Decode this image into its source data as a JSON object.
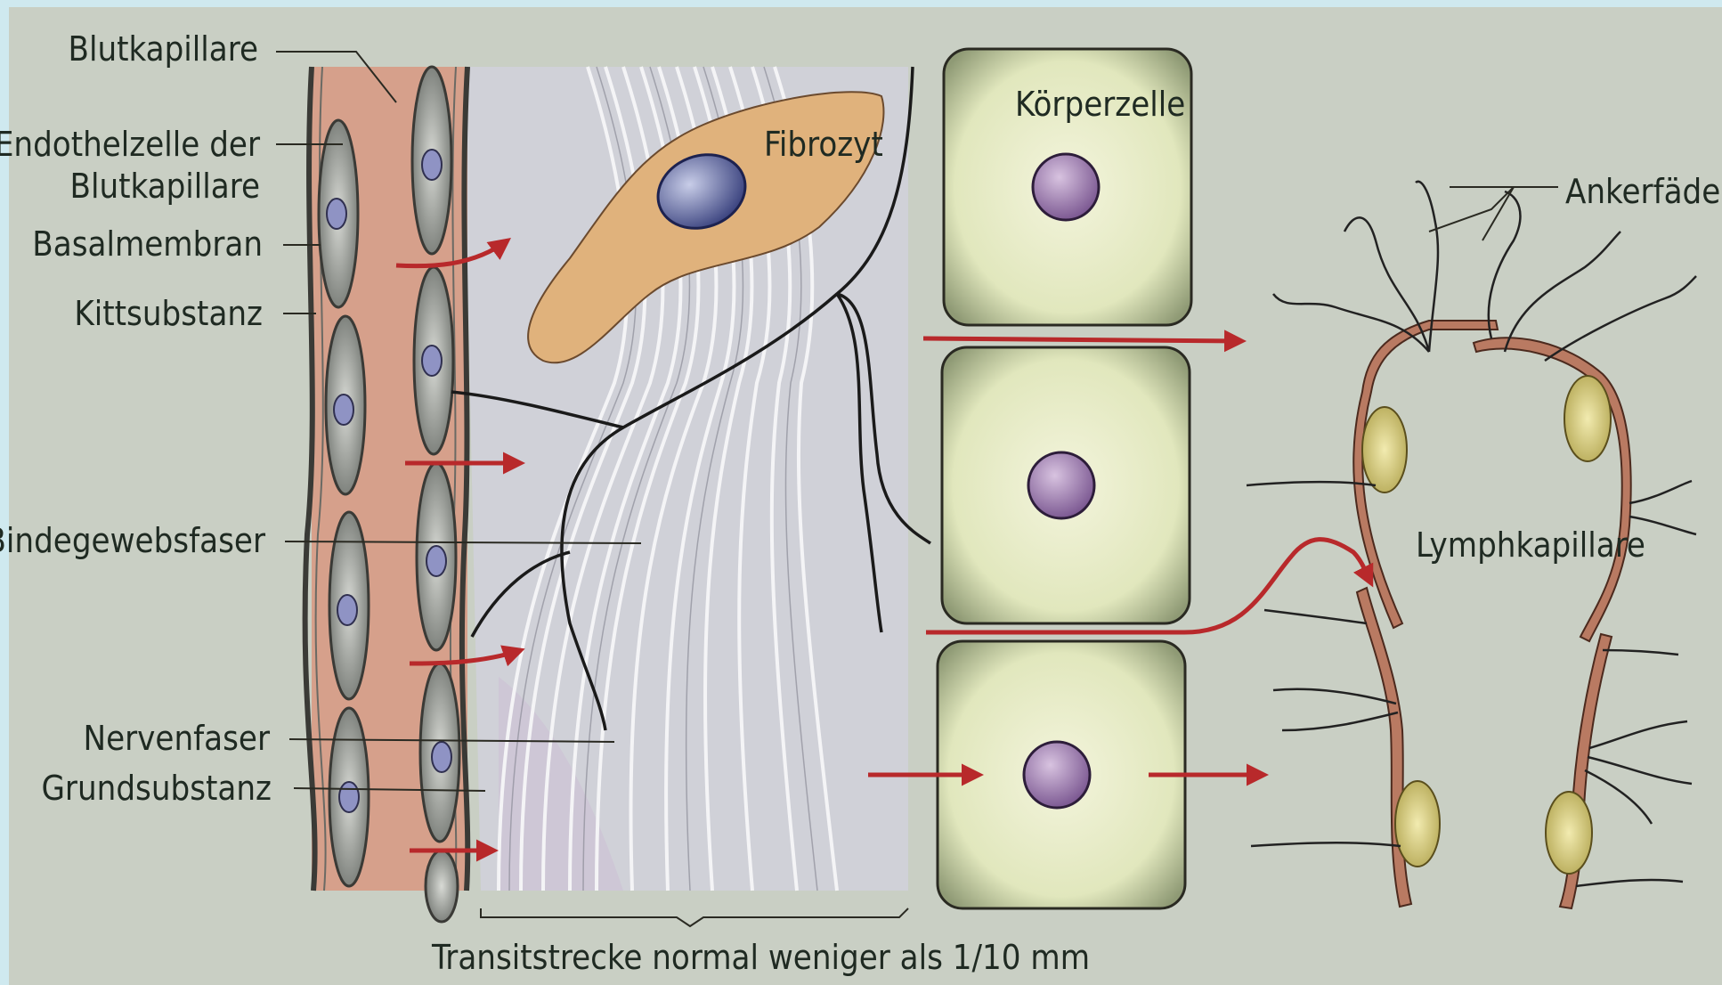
{
  "labels": {
    "blutkapillare": "Blutkapillare",
    "endothel_line1": "Endothelzelle der",
    "endothel_line2": "Blutkapillare",
    "basalmembran": "Basalmembran",
    "kittsubstanz": "Kittsubstanz",
    "bindegewebsfaser": "Bindegewebsfaser",
    "nervenfaser": "Nervenfaser",
    "grundsubstanz": "Grundsubstanz",
    "fibrozyt": "Fibrozyt",
    "koerperzelle": "Körperzelle",
    "ankerfaeden": "Ankerfäden",
    "lymphkapillare": "Lymphkapillare",
    "transitstrecke": "Transitstrecke normal weniger als 1/10 mm"
  },
  "colors": {
    "background": "#c9cfc4",
    "frame": "#cfe9ef",
    "capillary": "#d99a84",
    "fibrocyte": "#e2b27a",
    "cell_fill": "#e6ecc6",
    "nucleus": "#a682b4",
    "lymph_wall": "#b97a62",
    "lymph_nucleus": "#e0d58a",
    "arrow": "#b8292b"
  }
}
